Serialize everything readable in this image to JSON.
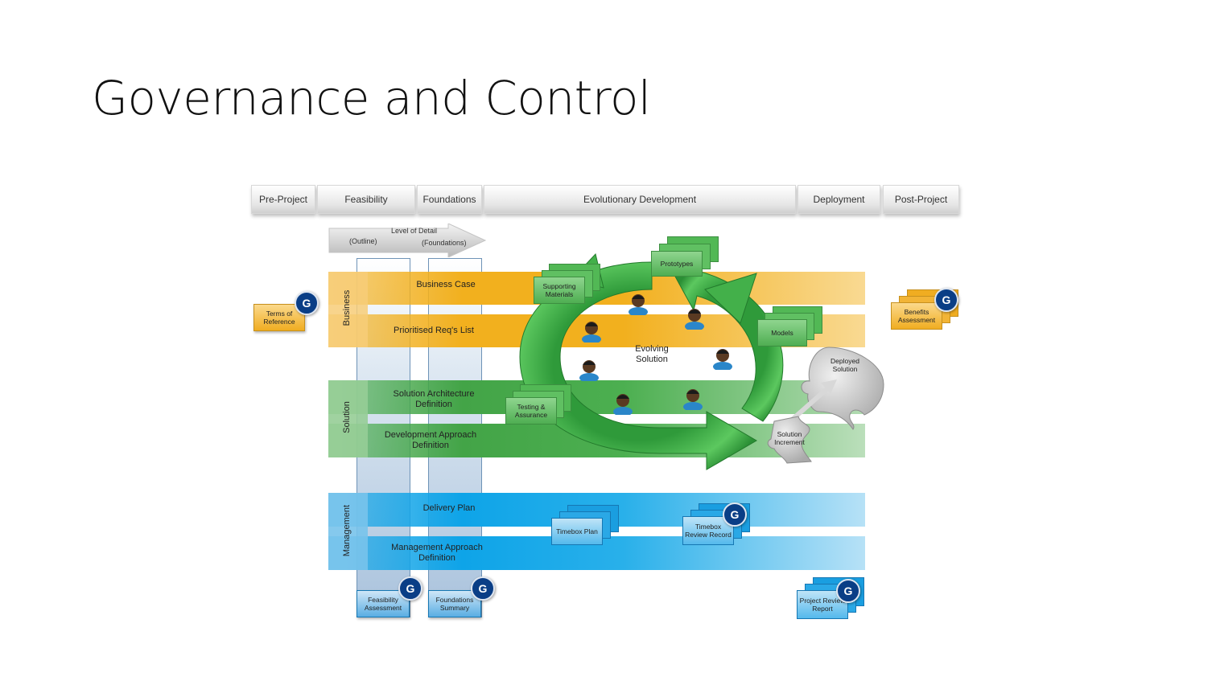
{
  "title": "Governance and Control",
  "phases": [
    "Pre-Project",
    "Feasibility",
    "Foundations",
    "Evolutionary Development",
    "Deployment",
    "Post-Project"
  ],
  "level_of_detail": {
    "label": "Level of Detail",
    "outline": "(Outline)",
    "foundations": "(Foundations)"
  },
  "bands": {
    "business": {
      "label": "Business",
      "top": "Business Case",
      "bottom": "Prioritised Req's List"
    },
    "solution": {
      "label": "Solution",
      "top": "Solution Architecture Definition",
      "bottom": "Development Approach Definition"
    },
    "management": {
      "label": "Management",
      "top": "Delivery Plan",
      "bottom": "Management Approach Definition"
    }
  },
  "cycle": {
    "center": "Evolving Solution"
  },
  "products": {
    "terms_of_reference": "Terms of Reference",
    "benefits_assessment": "Benefits Assessment",
    "supporting_materials": "Supporting Materials",
    "prototypes": "Prototypes",
    "models": "Models",
    "testing_assurance": "Testing & Assurance",
    "deployed_solution": "Deployed Solution",
    "solution_increment": "Solution Increment",
    "timebox_plan": "Timebox Plan",
    "timebox_review_record": "Timebox Review Record",
    "feasibility_assessment": "Feasibility Assessment",
    "foundations_summary": "Foundations Summary",
    "project_review_report": "Project Review Report"
  },
  "gate_badge": "G",
  "colors": {
    "business": "#f2b01e",
    "solution": "#4caf50",
    "management": "#1aa6e6",
    "cycle": "#3fae49",
    "gate": "#0a3e86"
  }
}
